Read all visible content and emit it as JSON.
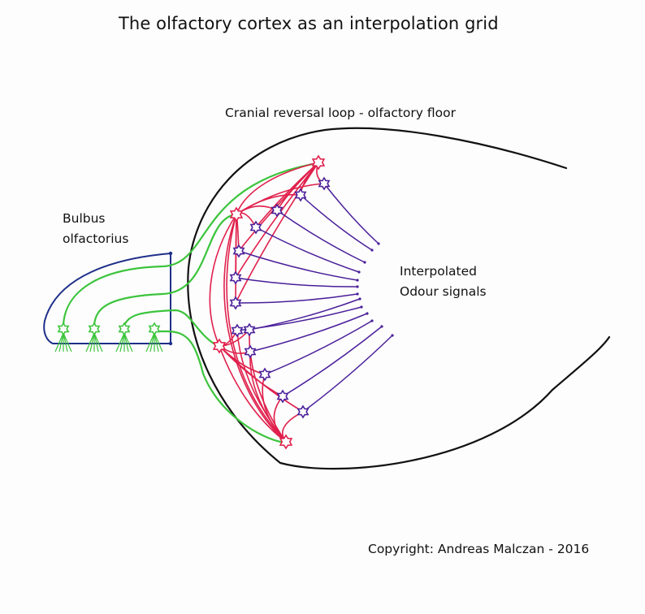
{
  "title": "The olfactory cortex as an interpolation grid",
  "labels": {
    "floor": "Cranial reversal loop - olfactory floor",
    "bulbus_line1": "Bulbus",
    "bulbus_line2": "olfactorius",
    "interp_line1": "Interpolated",
    "interp_line2": "Odour signals",
    "copyright": "Copyright: Andreas Malczan - 2016"
  },
  "colors": {
    "outline": "#111111",
    "bulbus_outline": "#1f2f8a",
    "mitral_green": "#3cc43c",
    "red_neuron": "#e0204c",
    "purple_neuron": "#4a1f9a"
  },
  "diagram": {
    "bulbus_mitral_cells": 4,
    "red_hub_neurons": 4,
    "purple_interpolation_neurons": 13
  }
}
